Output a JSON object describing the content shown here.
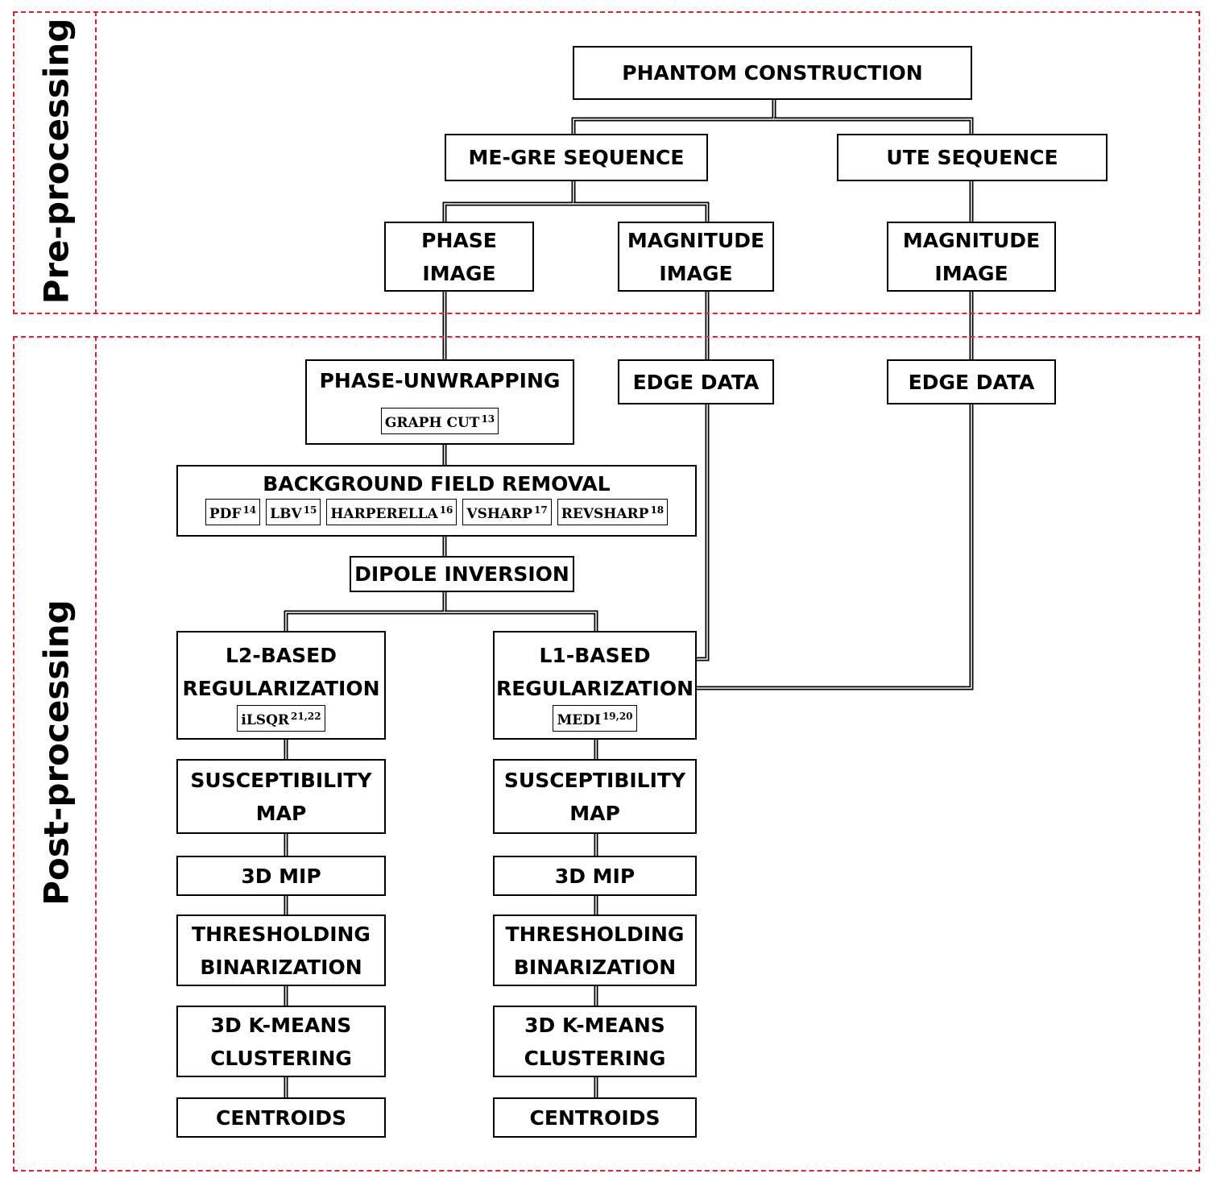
{
  "sections": {
    "pre": "Pre-processing",
    "post": "Post-processing"
  },
  "nodes": {
    "phantom": "PHANTOM CONSTRUCTION",
    "megre": "ME-GRE SEQUENCE",
    "ute": "UTE SEQUENCE",
    "phase_img": [
      "PHASE",
      "IMAGE"
    ],
    "mag_img_gre": [
      "MAGNITUDE",
      "IMAGE"
    ],
    "mag_img_ute": [
      "MAGNITUDE",
      "IMAGE"
    ],
    "unwrap": {
      "title": "PHASE-UNWRAPPING",
      "methods": [
        {
          "name": "GRAPH CUT",
          "ref": "13"
        }
      ]
    },
    "edge_gre": "EDGE DATA",
    "edge_ute": "EDGE DATA",
    "bfr": {
      "title": "BACKGROUND FIELD REMOVAL",
      "methods": [
        {
          "name": "PDF",
          "ref": "14"
        },
        {
          "name": "LBV",
          "ref": "15"
        },
        {
          "name": "HARPERELLA",
          "ref": "16"
        },
        {
          "name": "VSHARP",
          "ref": "17"
        },
        {
          "name": "REVSHARP",
          "ref": "18"
        }
      ]
    },
    "dipole": "DIPOLE INVERSION",
    "l2": {
      "lines": [
        "L2-BASED",
        "REGULARIZATION"
      ],
      "methods": [
        {
          "name": "iLSQR",
          "ref": "21,22"
        }
      ]
    },
    "l1": {
      "lines": [
        "L1-BASED",
        "REGULARIZATION"
      ],
      "methods": [
        {
          "name": "MEDI",
          "ref": "19,20"
        }
      ]
    },
    "sus_l2": [
      "SUSCEPTIBILITY",
      "MAP"
    ],
    "sus_l1": [
      "SUSCEPTIBILITY",
      "MAP"
    ],
    "mip_l2": "3D MIP",
    "mip_l1": "3D MIP",
    "thr_l2": [
      "THRESHOLDING",
      "BINARIZATION"
    ],
    "thr_l1": [
      "THRESHOLDING",
      "BINARIZATION"
    ],
    "km_l2": [
      "3D K-MEANS",
      "CLUSTERING"
    ],
    "km_l1": [
      "3D K-MEANS",
      "CLUSTERING"
    ],
    "cen_l2": "CENTROIDS",
    "cen_l1": "CENTROIDS"
  },
  "colors": {
    "region_border": "#e8202a",
    "box_border": "#000000",
    "connector": "#000000"
  }
}
